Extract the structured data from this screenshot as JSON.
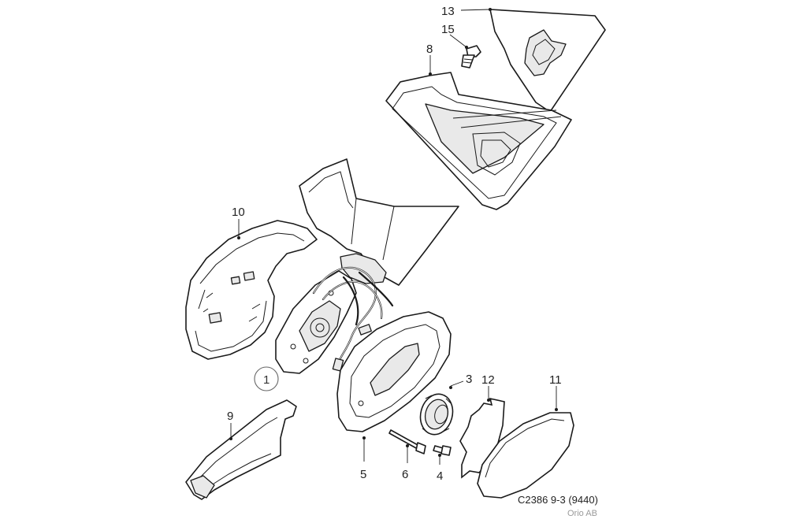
{
  "diagram": {
    "callouts": {
      "c1": "1",
      "c3": "3",
      "c4": "4",
      "c5": "5",
      "c6": "6",
      "c8": "8",
      "c9": "9",
      "c10": "10",
      "c11": "11",
      "c12": "12",
      "c13": "13",
      "c15": "15"
    },
    "reference_code": "C2386 9-3 (9440)",
    "company": "Orio AB",
    "colors": {
      "line": "#1a1a1a",
      "shade": "#e9e9e9",
      "company_text": "#9a9a9a"
    }
  }
}
